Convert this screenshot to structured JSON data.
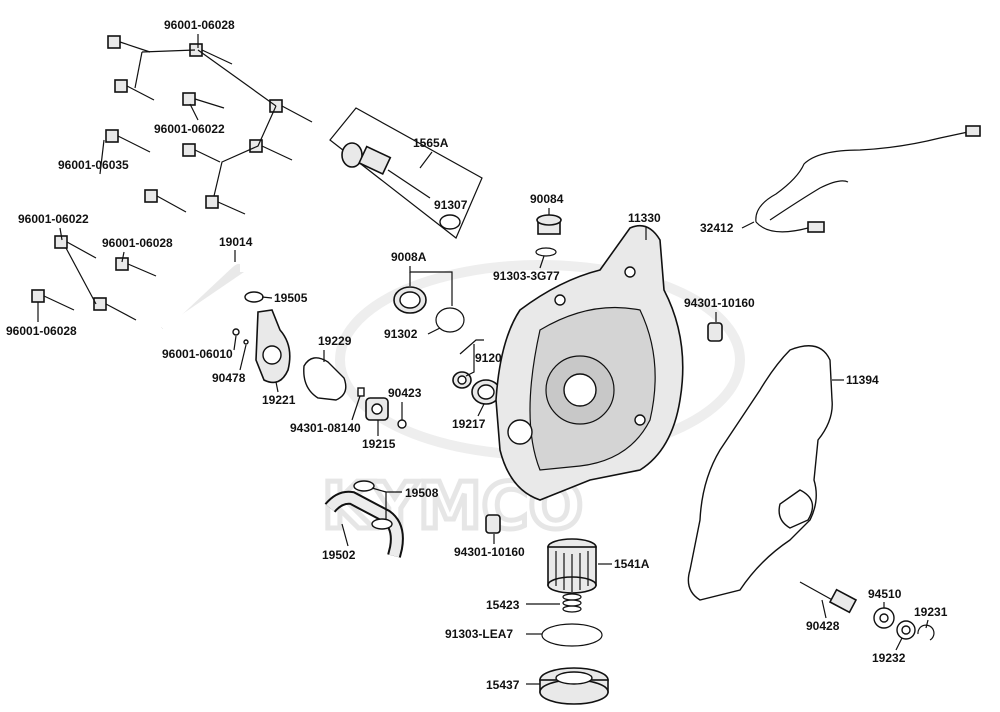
{
  "watermark": "KYMCO",
  "parts": [
    {
      "id": "p1",
      "label": "96001-06028"
    },
    {
      "id": "p2",
      "label": "96001-06022"
    },
    {
      "id": "p3",
      "label": "96001-06035"
    },
    {
      "id": "p4",
      "label": "96001-06022"
    },
    {
      "id": "p5",
      "label": "96001-06028"
    },
    {
      "id": "p6",
      "label": "96001-06028"
    },
    {
      "id": "p7",
      "label": "19014"
    },
    {
      "id": "p8",
      "label": "19505"
    },
    {
      "id": "p9",
      "label": "96001-06010"
    },
    {
      "id": "p10",
      "label": "90478"
    },
    {
      "id": "p11",
      "label": "19221"
    },
    {
      "id": "p12",
      "label": "19229"
    },
    {
      "id": "p13",
      "label": "94301-08140"
    },
    {
      "id": "p14",
      "label": "19215"
    },
    {
      "id": "p15",
      "label": "90423"
    },
    {
      "id": "p16",
      "label": "1565A"
    },
    {
      "id": "p17",
      "label": "91307"
    },
    {
      "id": "p18",
      "label": "9008A"
    },
    {
      "id": "p19",
      "label": "91302"
    },
    {
      "id": "p20",
      "label": "91202"
    },
    {
      "id": "p21",
      "label": "19217"
    },
    {
      "id": "p22",
      "label": "90084"
    },
    {
      "id": "p23",
      "label": "91303-3G77"
    },
    {
      "id": "p24",
      "label": "11330"
    },
    {
      "id": "p25",
      "label": "32412"
    },
    {
      "id": "p26",
      "label": "94301-10160"
    },
    {
      "id": "p27",
      "label": "11394"
    },
    {
      "id": "p28",
      "label": "19508"
    },
    {
      "id": "p29",
      "label": "19502"
    },
    {
      "id": "p30",
      "label": "94301-10160"
    },
    {
      "id": "p31",
      "label": "1541A"
    },
    {
      "id": "p32",
      "label": "15423"
    },
    {
      "id": "p33",
      "label": "91303-LEA7"
    },
    {
      "id": "p34",
      "label": "15437"
    },
    {
      "id": "p35",
      "label": "90428"
    },
    {
      "id": "p36",
      "label": "94510"
    },
    {
      "id": "p37",
      "label": "19231"
    },
    {
      "id": "p38",
      "label": "19232"
    }
  ]
}
